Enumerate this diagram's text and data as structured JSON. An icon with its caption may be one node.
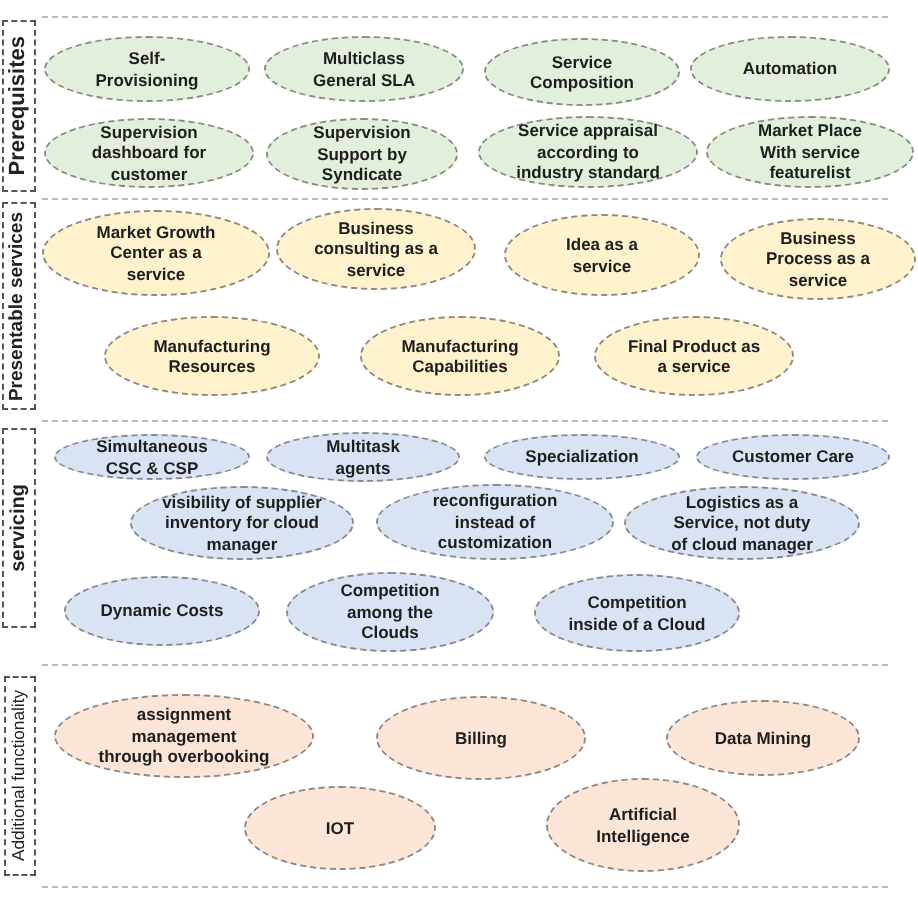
{
  "diagram": {
    "nodes": [
      {
        "text": [
          "Prerequisites"
        ]
      },
      {
        "text": [
          "Self-Provisioning"
        ]
      },
      {
        "text": [
          "Multiclass General SLA"
        ]
      },
      {
        "text": [
          "Service Composition"
        ]
      },
      {
        "text": [
          "Automation"
        ]
      },
      {
        "text": [
          "Supervision dashboard for customer"
        ]
      },
      {
        "text": [
          "Supervision Support by Syndicate"
        ]
      },
      {
        "text": [
          "Service appraisal according to industry standard"
        ]
      },
      {
        "text": [
          "Market Place With service featurelist"
        ]
      },
      {
        "text": [
          "Presentable services"
        ]
      },
      {
        "text": [
          "Market Growth Center as a service"
        ]
      },
      {
        "text": [
          "Business consulting as a service"
        ]
      },
      {
        "text": [
          "Idea as a service"
        ]
      },
      {
        "text": [
          "Business Process as a service"
        ]
      },
      {
        "text": [
          "Manufacturing Resources"
        ]
      },
      {
        "text": [
          "Manufacturing Capabilities"
        ]
      },
      {
        "text": [
          "Final Product as a service"
        ]
      },
      {
        "text": [
          "servicing"
        ]
      },
      {
        "text": [
          "Simultaneous CSC & CSP"
        ]
      },
      {
        "text": [
          "Multitask agents"
        ]
      },
      {
        "text": [
          "Specialization"
        ]
      },
      {
        "text": [
          "Customer Care"
        ]
      },
      {
        "text": [
          "visibility of supplier inventory for cloud manager"
        ]
      },
      {
        "text": [
          "reconfiguration instead of customization"
        ]
      },
      {
        "text": [
          "Logistics as a Service, not duty of cloud manager"
        ]
      },
      {
        "text": [
          "Dynamic Costs"
        ]
      },
      {
        "text": [
          "Competition among the Clouds"
        ]
      },
      {
        "text": [
          "Competition inside of a Cloud"
        ]
      },
      {
        "text": [
          "Additional functionality"
        ]
      },
      {
        "text": [
          "assignment management through overbooking"
        ]
      },
      {
        "text": [
          "Billing"
        ]
      },
      {
        "text": [
          "Data Mining"
        ]
      },
      {
        "text": [
          "IOT"
        ]
      },
      {
        "text": [
          "Artificial Intelligence"
        ]
      }
    ]
  }
}
